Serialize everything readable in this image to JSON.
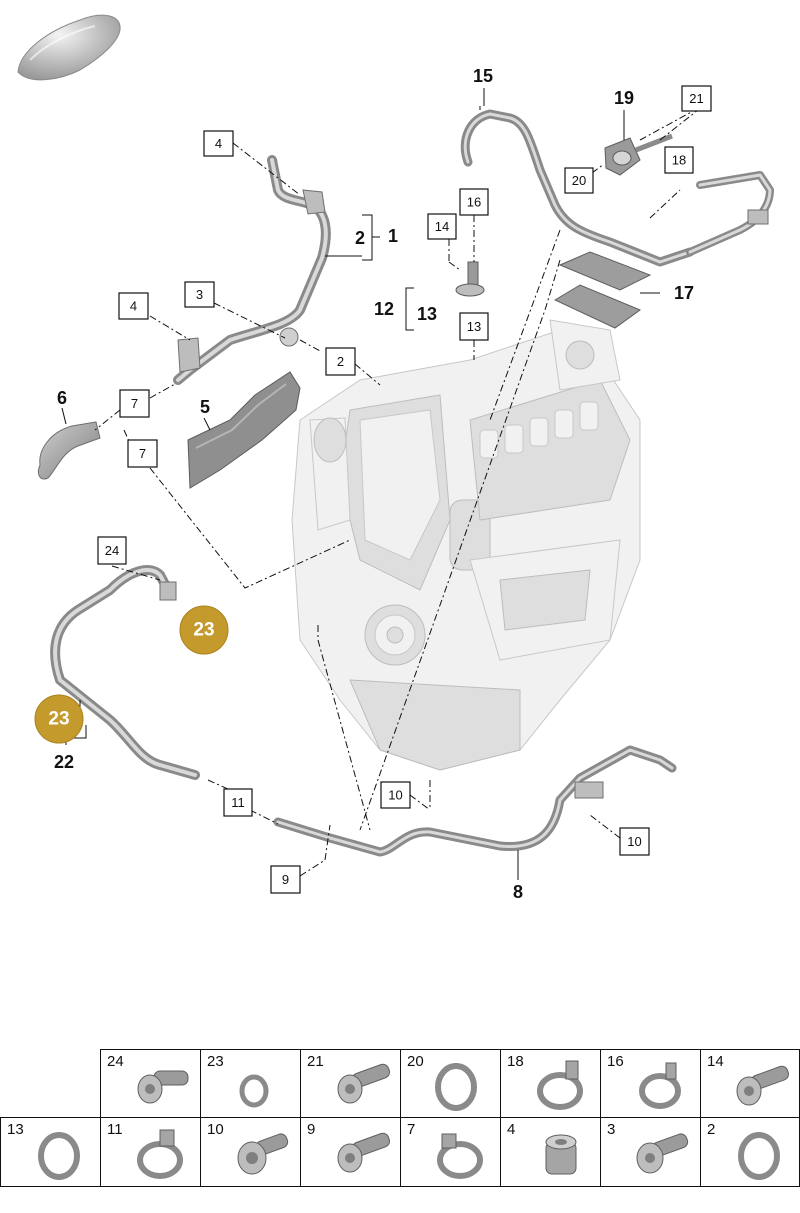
{
  "labels": {
    "l1": "1",
    "l2": "2",
    "l5": "5",
    "l6": "6",
    "l8": "8",
    "l12": "12",
    "l13": "13",
    "l15": "15",
    "l17": "17",
    "l19": "19",
    "l22": "22"
  },
  "callouts": {
    "c4a": "4",
    "c4b": "4",
    "c3": "3",
    "c2": "2",
    "c7a": "7",
    "c7b": "7",
    "c14": "14",
    "c16": "16",
    "c13": "13",
    "c21": "21",
    "c18": "18",
    "c20": "20",
    "c24": "24",
    "c11": "11",
    "c9": "9",
    "c10a": "10",
    "c10b": "10"
  },
  "badges": {
    "b23a": "23",
    "b23b": "23"
  },
  "badge_color": "#c49a2c",
  "parts_table": {
    "row1": [
      {
        "num": "24",
        "icon": "bolt-icon"
      },
      {
        "num": "23",
        "icon": "seal-ring-icon"
      },
      {
        "num": "21",
        "icon": "bolt-icon"
      },
      {
        "num": "20",
        "icon": "seal-ring-icon"
      },
      {
        "num": "18",
        "icon": "clamp-icon"
      },
      {
        "num": "16",
        "icon": "clamp-icon"
      },
      {
        "num": "14",
        "icon": "bolt-icon"
      }
    ],
    "row2": [
      {
        "num": "13",
        "icon": "seal-ring-icon"
      },
      {
        "num": "11",
        "icon": "clamp-icon"
      },
      {
        "num": "10",
        "icon": "flange-bolt-icon"
      },
      {
        "num": "9",
        "icon": "bolt-icon"
      },
      {
        "num": "7",
        "icon": "clamp-icon"
      },
      {
        "num": "4",
        "icon": "nut-icon"
      },
      {
        "num": "3",
        "icon": "bolt-icon"
      },
      {
        "num": "2",
        "icon": "seal-ring-icon"
      }
    ]
  }
}
